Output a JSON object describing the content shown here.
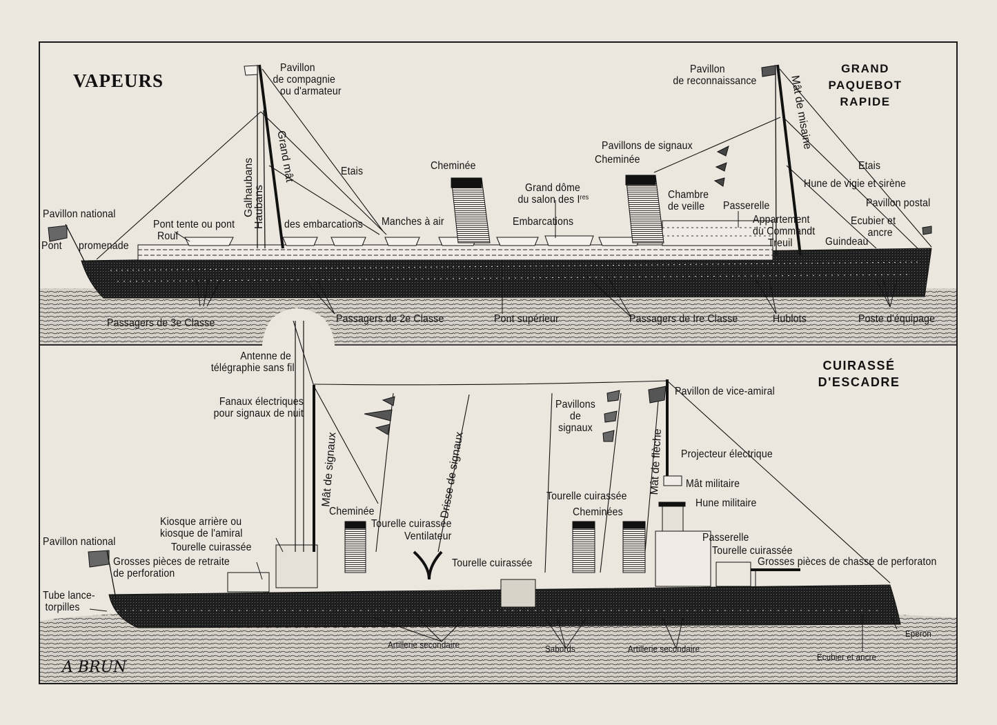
{
  "plate": {
    "category_title": "VAPEURS",
    "signature": "A  BRUN",
    "colors": {
      "paper": "#ebe6de",
      "ink": "#111111",
      "sea": "#6b6b6b"
    }
  },
  "liner": {
    "title_line1": "GRAND PAQUEBOT",
    "title_line2": "RAPIDE",
    "labels": {
      "pavillon_compagnie_1": "Pavillon",
      "pavillon_compagnie_2": "de compagnie",
      "pavillon_compagnie_3": "ou d'armateur",
      "galhaubans": "Galhaubans",
      "haubans": "Haubans",
      "grand_mat": "Grand mât",
      "etais_aft": "Etais",
      "pavillon_national": "Pavillon national",
      "pont_promenade_a": "Pont",
      "pont_promenade_b": "promenade",
      "pont_tente": "Pont tente ou pont",
      "rouf": "Rouf",
      "des_embarcations": "des embarcations",
      "manches_a_air": "Manches à air",
      "cheminee_1": "Cheminée",
      "grand_dome_1": "Grand dôme",
      "grand_dome_2": "du salon des I",
      "grand_dome_sup": "res",
      "embarcations": "Embarcations",
      "pavillons_signaux": "Pavillons de signaux",
      "cheminee_2": "Cheminée",
      "chambre_veille_1": "Chambre",
      "chambre_veille_2": "de veille",
      "passerelle": "Passerelle",
      "appartement_1": "Appartement",
      "appartement_2": "du Commandt",
      "treuil": "Treuil",
      "pavillon_reconnaissance_1": "Pavillon",
      "pavillon_reconnaissance_2": "de reconnaissance",
      "mat_misaine": "Mât de misaine",
      "etais_fore": "Etais",
      "hune_vigie": "Hune de vigie et sirène",
      "pavillon_postal": "Pavillon postal",
      "ecubier_1": "Ecubier et",
      "ecubier_2": "ancre",
      "guindeau": "Guindeau",
      "passagers_3": "Passagers de 3e Classe",
      "passagers_2": "Passagers de 2e Classe",
      "pont_superieur": "Pont supérieur",
      "passagers_1": "Passagers de Ire Classe",
      "hublots": "Hublots",
      "poste_equipage": "Poste d'équipage"
    }
  },
  "battleship": {
    "title": "CUIRASSÉ D'ESCADRE",
    "labels": {
      "antenne_1": "Antenne de",
      "antenne_2": "télégraphie sans fil",
      "fanaux_1": "Fanaux électriques",
      "fanaux_2": "pour signaux de nuit",
      "mat_signaux": "Mât de signaux",
      "drisse_signaux": "Drisse de signaux",
      "pavillons_1": "Pavillons",
      "pavillons_2": "de",
      "pavillons_3": "signaux",
      "mat_fleche": "Mât de flèche",
      "pavillon_vice_amiral": "Pavillon de vice-amiral",
      "projecteur": "Projecteur électrique",
      "mat_militaire": "Mât militaire",
      "hune_militaire": "Hune militaire",
      "tourelle_mid": "Tourelle cuirassée",
      "cheminees": "Cheminées",
      "kiosque_1": "Kiosque arrière ou",
      "kiosque_2": "kiosque de l'amiral",
      "tourelle_aft": "Tourelle cuirassée",
      "cheminee": "Cheminée",
      "tourelle_centre": "Tourelle cuirassée",
      "ventilateur": "Ventilateur",
      "pavillon_national": "Pavillon national",
      "grosses_retraite_1": "Grosses pièces de retraite",
      "grosses_retraite_2": "de perforation",
      "tourelle_lower": "Tourelle cuirassée",
      "passerelle": "Passerelle",
      "tourelle_fore": "Tourelle cuirassée",
      "grosses_chasse": "Grosses pièces de chasse de perforaton",
      "tube_1": "Tube lance-",
      "tube_2": "torpilles",
      "artillerie_1": "Artillerie secondaire",
      "sabords": "Sabords",
      "artillerie_2": "Artillerie secondaire",
      "eperon": "Eperon",
      "ecubier": "Ecubier et ancre"
    }
  }
}
